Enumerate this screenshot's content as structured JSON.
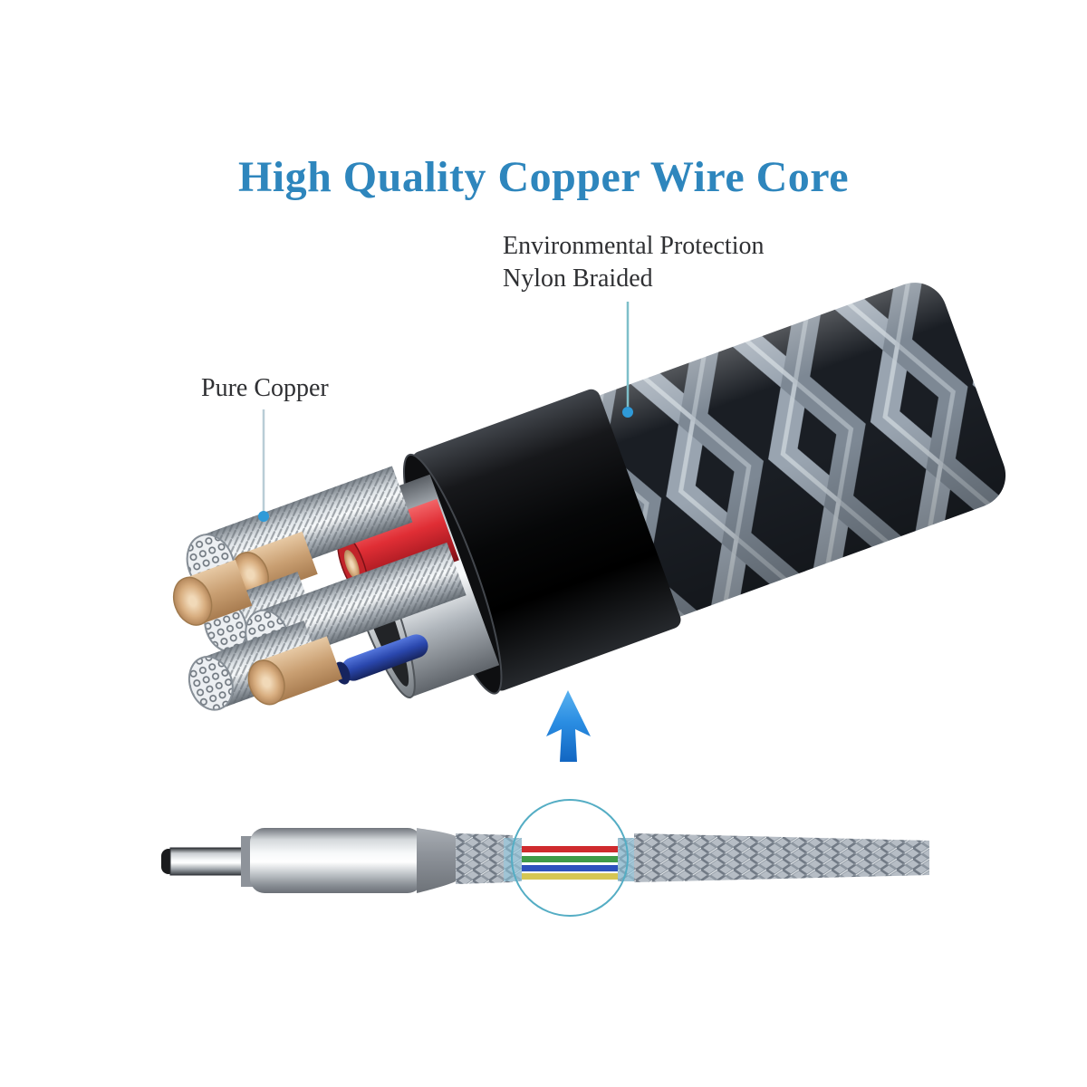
{
  "title": {
    "text": "High Quality Copper Wire Core"
  },
  "labels": {
    "nylon_braided": {
      "line1": "Environmental Protection",
      "line2": "Nylon Braided"
    },
    "pure_copper": "Pure Copper"
  },
  "colors": {
    "background": "#ffffff",
    "title": "#2e86bd",
    "label_text": "#2f3033",
    "leader_line_nylon": "#7ebfc9",
    "leader_line_copper": "#b9cdd6",
    "leader_dot": "#2f9ad8",
    "arrow": "#2585dc",
    "magnifier_circle": "#54adc4",
    "jacket_black": "#0b0c0e",
    "ferrule_silver": "#e8ecef",
    "copper": "#d2a87e",
    "red_wire": "#d42a30",
    "blue_wire": "#2a47ad",
    "green_glimpse": "#2f9e44",
    "braid_gray": "#8e99a6",
    "inner_red": "#cf2b2e",
    "inner_green": "#3f9b48",
    "inner_blue": "#2d52bd",
    "inner_yellow": "#d6c654"
  },
  "icons": {
    "up_arrow": "↑",
    "magnifier_circle": "○"
  }
}
